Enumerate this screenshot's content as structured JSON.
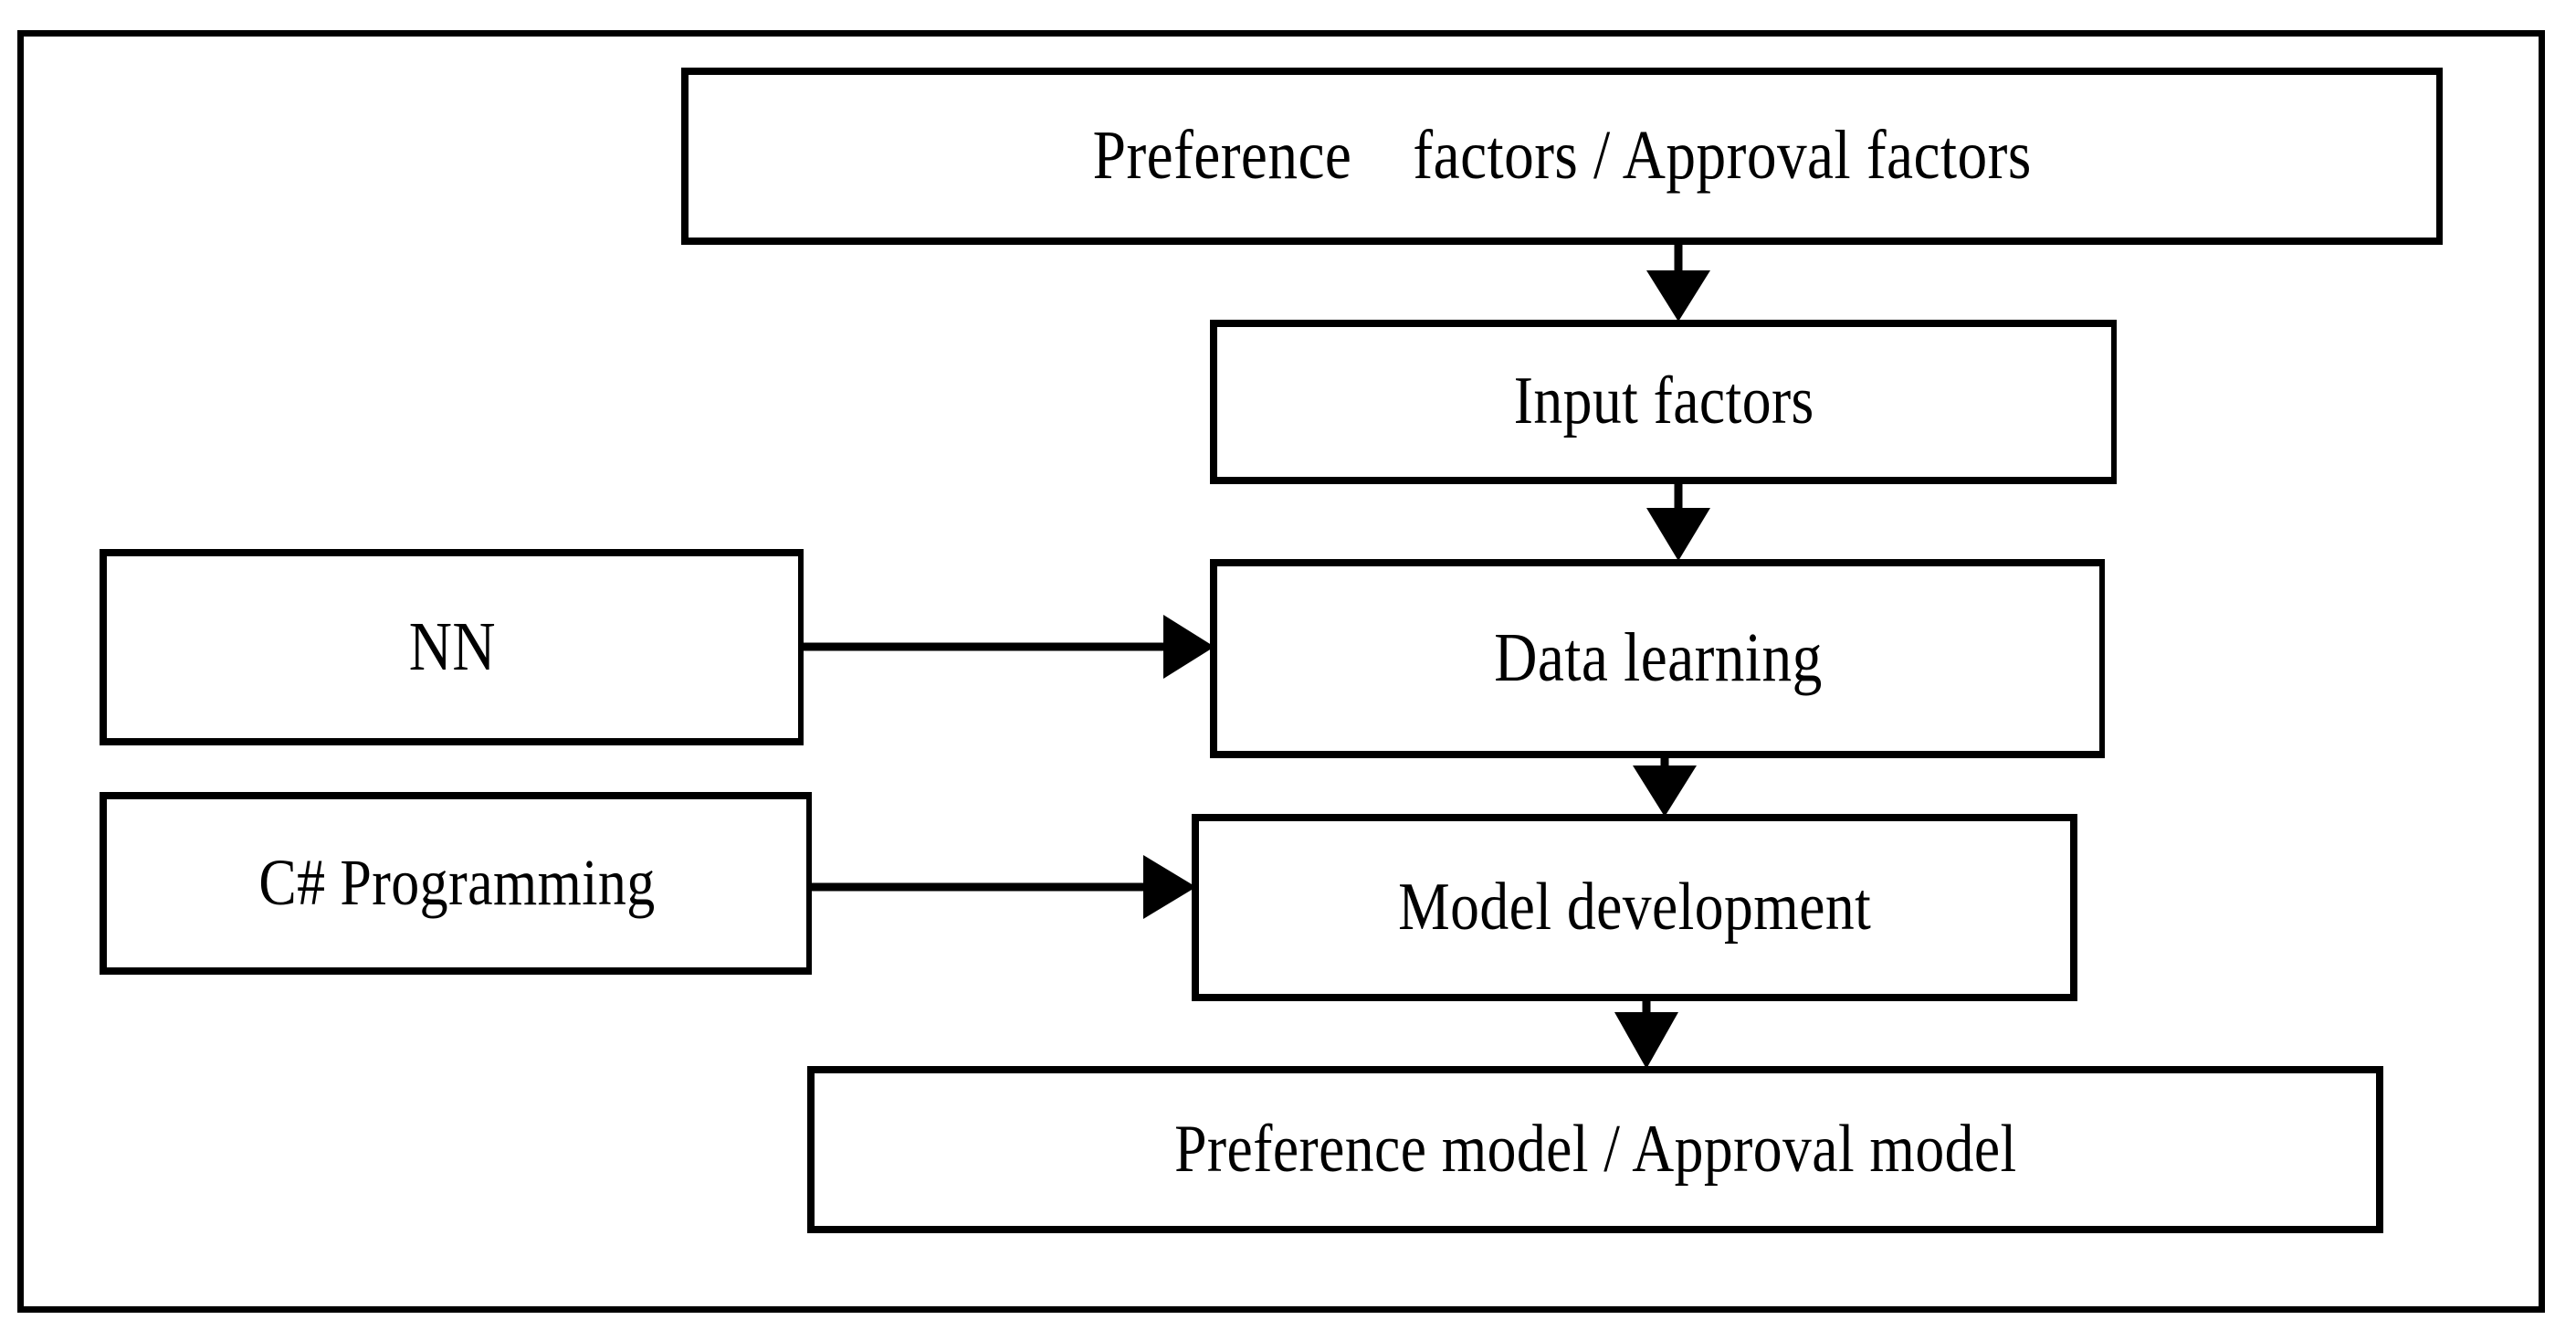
{
  "diagram": {
    "title": "Preference / Approval model development flowchart",
    "type": "flowchart",
    "orientation": "top-down with two left inputs",
    "colors": {
      "stroke": "#000000",
      "fill": "#ffffff",
      "text": "#000000"
    },
    "nodes": [
      {
        "id": "source",
        "label": "Preference    factors / Approval factors",
        "role": "input-source"
      },
      {
        "id": "input",
        "label": "Input factors",
        "role": "process"
      },
      {
        "id": "nn",
        "label": "NN",
        "role": "method"
      },
      {
        "id": "csharp",
        "label": "C# Programming",
        "role": "method"
      },
      {
        "id": "learning",
        "label": "Data learning",
        "role": "process"
      },
      {
        "id": "development",
        "label": "Model development",
        "role": "process"
      },
      {
        "id": "output",
        "label": "Preference model / Approval model",
        "role": "output"
      }
    ],
    "edges": [
      {
        "id": "e1",
        "from": "source",
        "to": "input",
        "direction": "down",
        "arrowhead": true
      },
      {
        "id": "e2",
        "from": "input",
        "to": "learning",
        "direction": "down",
        "arrowhead": true
      },
      {
        "id": "e3",
        "from": "nn",
        "to": "learning",
        "direction": "right",
        "arrowhead": true
      },
      {
        "id": "e4",
        "from": "csharp",
        "to": "development",
        "direction": "right",
        "arrowhead": true
      },
      {
        "id": "e5",
        "from": "learning",
        "to": "development",
        "direction": "down",
        "arrowhead": true
      },
      {
        "id": "e6",
        "from": "development",
        "to": "output",
        "direction": "down",
        "arrowhead": true
      }
    ]
  }
}
